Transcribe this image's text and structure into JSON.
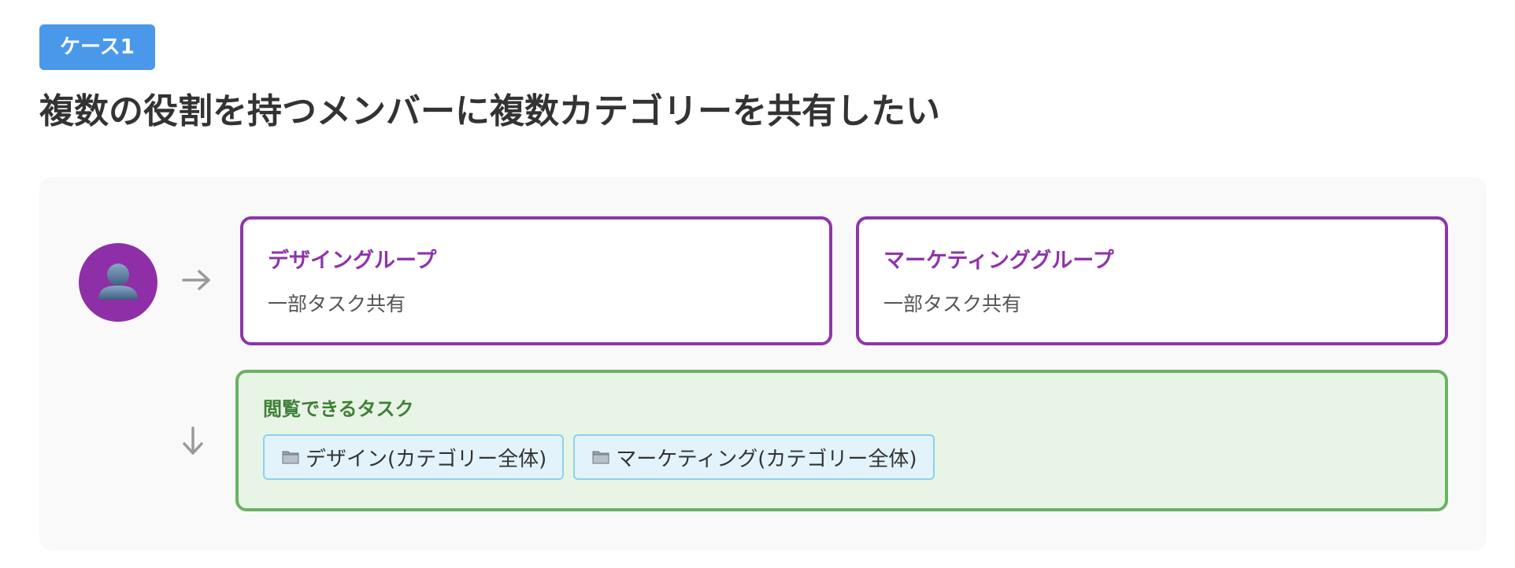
{
  "badge": "ケース1",
  "title": "複数の役割を持つメンバーに複数カテゴリーを共有したい",
  "diagram": {
    "member_icon": "person-icon",
    "groups": [
      {
        "name": "デザイングループ",
        "share": "一部タスク共有"
      },
      {
        "name": "マーケティンググループ",
        "share": "一部タスク共有"
      }
    ],
    "viewable": {
      "title": "閲覧できるタスク",
      "items": [
        {
          "icon": "folder-icon",
          "label": "デザイン(カテゴリー全体)"
        },
        {
          "icon": "folder-icon",
          "label": "マーケティング(カテゴリー全体)"
        }
      ]
    }
  },
  "colors": {
    "badge": "#4a98ea",
    "group_border": "#8e35aa",
    "viewable_border": "#6bb262",
    "viewable_bg": "#e8f5e6",
    "chip_bg": "#e3f3fb",
    "chip_border": "#8ed0f0"
  }
}
